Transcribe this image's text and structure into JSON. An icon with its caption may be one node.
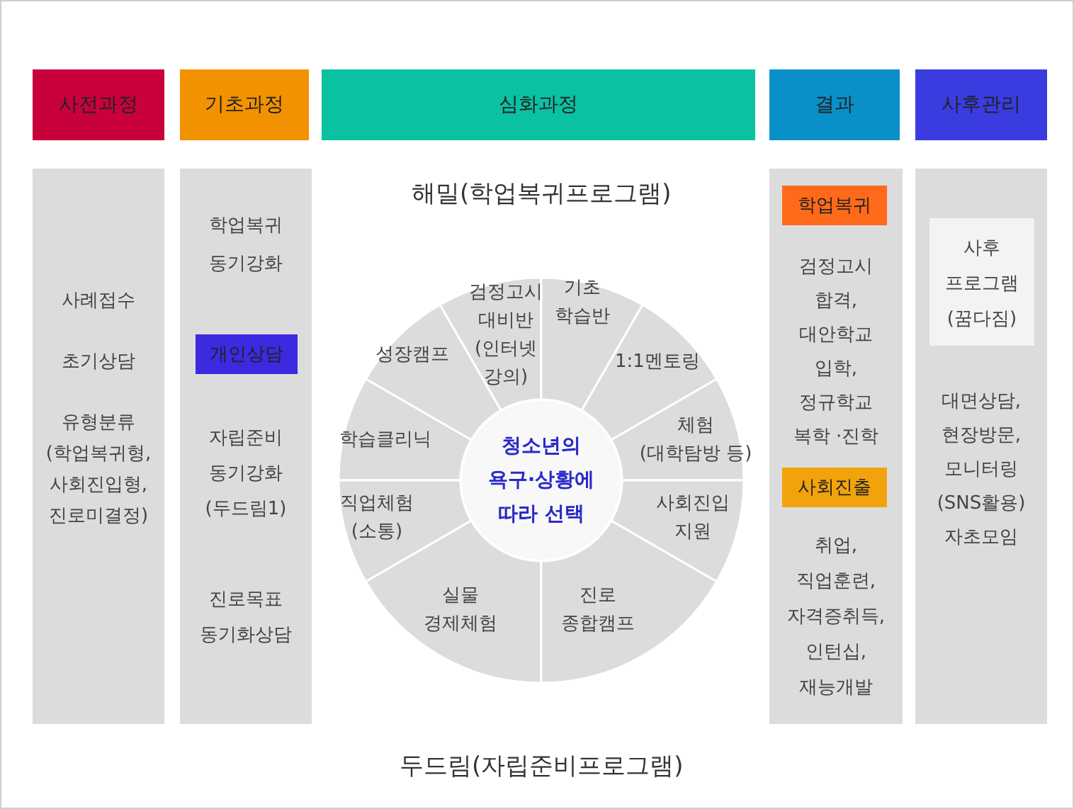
{
  "diagram": {
    "nodes": [
      {
        "text": [
          "사전과정"
        ]
      },
      {
        "text": [
          "기초과정"
        ]
      },
      {
        "text": [
          "심화과정"
        ]
      },
      {
        "text": [
          "결과"
        ]
      },
      {
        "text": [
          "사후관리"
        ]
      },
      {
        "text": [
          "사례접수",
          "초기상담",
          "유형분류 (학업복귀형, 사회진입형, 진로미결정)"
        ]
      },
      {
        "text": [
          "학업복귀 동기강화",
          "자립준비 동기강화 (두드림1)",
          "진로목표 동기화상담"
        ]
      },
      {
        "text": [
          "개인상담"
        ],
        "in": 6
      },
      {
        "text": [
          "검정고시 대비반 (인터넷 강의)"
        ]
      },
      {
        "text": [
          "기초 학습반"
        ]
      },
      {
        "text": [
          "성장캠프"
        ]
      },
      {
        "text": [
          "1:1멘토링"
        ]
      },
      {
        "text": [
          "학습클리닉"
        ]
      },
      {
        "text": [
          "체험 (대학탐방 등)"
        ]
      },
      {
        "text": [
          "직업체험 (소통)"
        ]
      },
      {
        "text": [
          "사회진입 지원"
        ]
      },
      {
        "text": [
          "실물 경제체험"
        ]
      },
      {
        "text": [
          "진로 종합캠프"
        ]
      },
      {
        "text": [
          "청소년의 욕구·상황에 따라 선택"
        ]
      },
      {
        "text": [
          "검정고시 합격, 대안학교 입학, 정규학교 복학 ·진학",
          "취업, 직업훈련, 자격증취득, 인턴십, 재능개발"
        ]
      },
      {
        "text": [
          "학업복귀"
        ],
        "in": 19
      },
      {
        "text": [
          "사회진출"
        ],
        "in": 19
      },
      {
        "text": [
          "대면상담, 현장방문, 모니터링 (SNS활용) 자초모임"
        ]
      },
      {
        "text": [
          "사후 프로그램 (꿈다짐)"
        ],
        "in": 22
      }
    ],
    "labels": [
      "해밀(학업복귀프로그램)",
      "두드림(자립준비프로그램)"
    ]
  }
}
